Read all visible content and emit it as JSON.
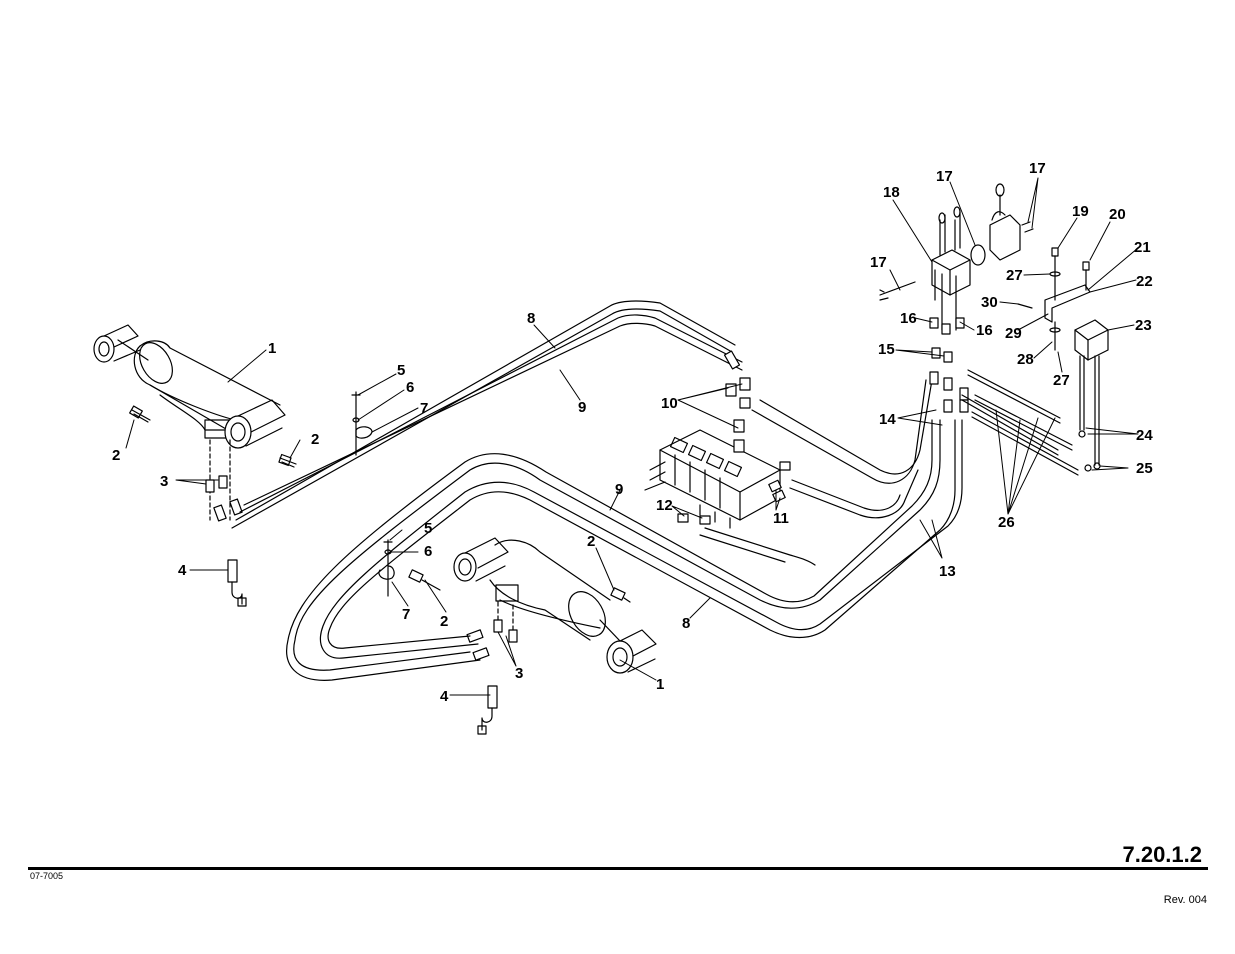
{
  "footer": {
    "page_number": "7.20.1.2",
    "document_number": "07-7005",
    "revision": "Rev. 004"
  },
  "callouts": {
    "c1a": "1",
    "c1b": "1",
    "c2a": "2",
    "c2b": "2",
    "c2c": "2",
    "c2d": "2",
    "c3a": "3",
    "c3b": "3",
    "c4a": "4",
    "c4b": "4",
    "c5a": "5",
    "c5b": "5",
    "c6a": "6",
    "c6b": "6",
    "c7a": "7",
    "c7b": "7",
    "c8a": "8",
    "c8b": "8",
    "c9a": "9",
    "c9b": "9",
    "c10": "10",
    "c11": "11",
    "c12": "12",
    "c13": "13",
    "c14": "14",
    "c15": "15",
    "c16a": "16",
    "c16b": "16",
    "c17a": "17",
    "c17b": "17",
    "c17c": "17",
    "c18": "18",
    "c19": "19",
    "c20": "20",
    "c21": "21",
    "c22": "22",
    "c23": "23",
    "c24": "24",
    "c25": "25",
    "c26": "26",
    "c27a": "27",
    "c27b": "27",
    "c28": "28",
    "c29": "29",
    "c30": "30"
  }
}
